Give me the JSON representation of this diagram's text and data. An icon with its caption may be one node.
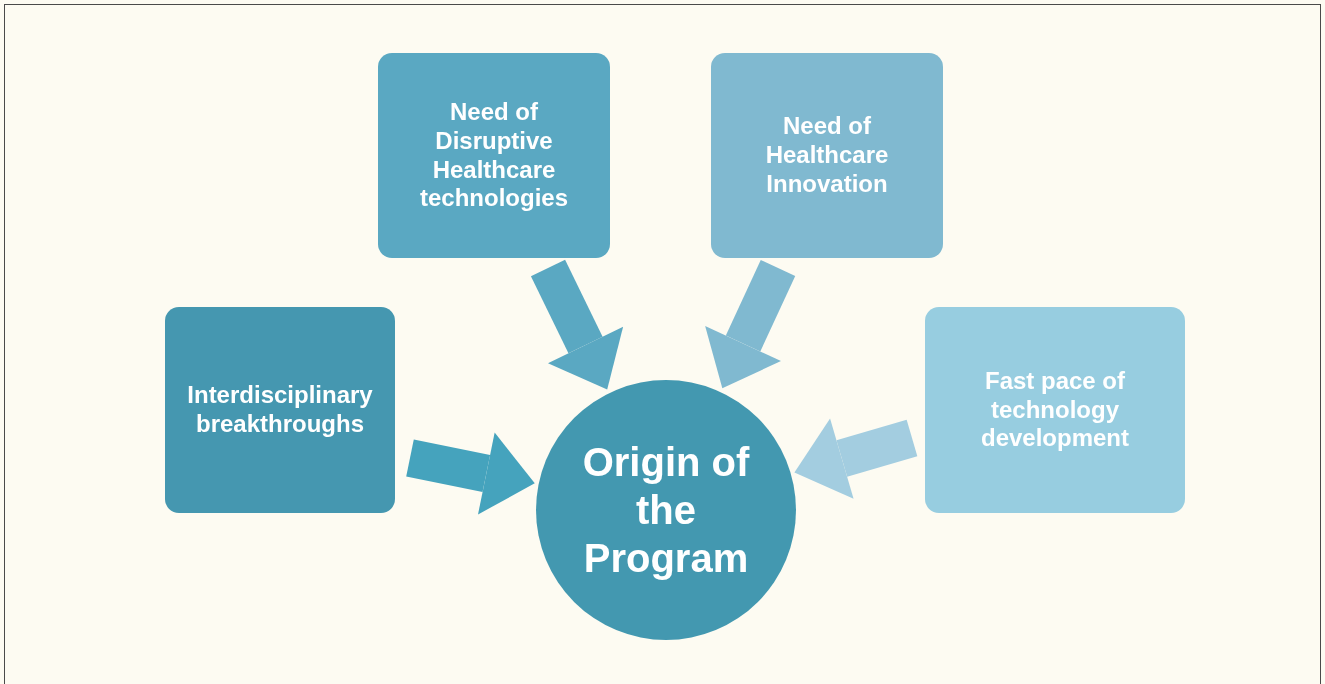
{
  "diagram": {
    "nodes": [
      {
        "text": [
          "Interdisciplinary breakthroughs"
        ]
      },
      {
        "text": [
          "Need of Disruptive Healthcare technologies"
        ]
      },
      {
        "text": [
          "Need of Healthcare Innovation"
        ]
      },
      {
        "text": [
          "Fast pace of technology development"
        ]
      },
      {
        "text": [
          "Origin of the Program"
        ]
      }
    ],
    "edges": [
      {
        "from": 0,
        "to": 4,
        "arrow": "to",
        "color": "#45a3bd"
      },
      {
        "from": 1,
        "to": 4,
        "arrow": "to",
        "color": "#5aa8c2"
      },
      {
        "from": 2,
        "to": 4,
        "arrow": "to",
        "color": "#80b9d0"
      },
      {
        "from": 3,
        "to": 4,
        "arrow": "to",
        "color": "#a3cde0"
      }
    ]
  }
}
